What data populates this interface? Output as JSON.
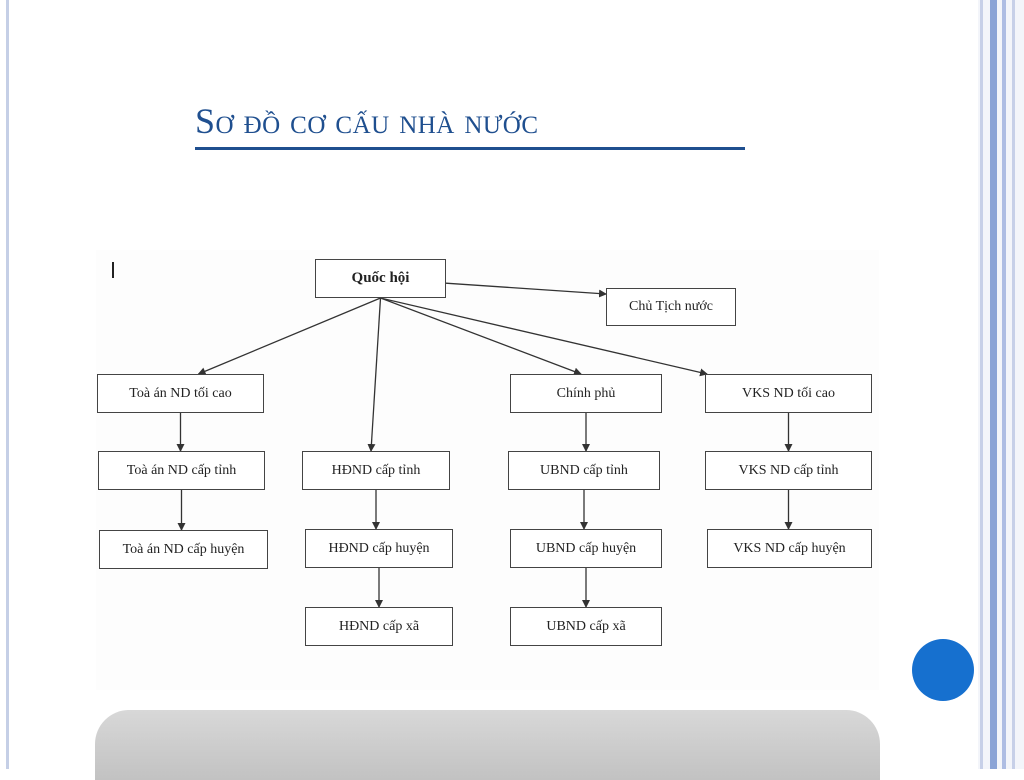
{
  "title": "Sơ đồ cơ cấu nhà nước",
  "colors": {
    "title": "#1f4f8f",
    "accent_dot": "#1670cf",
    "node_border": "#444444",
    "edge": "#333333"
  },
  "nodes": {
    "quoc_hoi": "Quốc hội",
    "chu_tich_nuoc": "Chủ Tịch nước",
    "toa_an_toi_cao": "Toà án ND tối cao",
    "toa_an_tinh": "Toà án ND cấp tỉnh",
    "toa_an_huyen": "Toà án ND cấp huyện",
    "hdnd_tinh": "HĐND cấp tỉnh",
    "hdnd_huyen": "HĐND cấp huyện",
    "hdnd_xa": "HĐND cấp xã",
    "chinh_phu": "Chính phủ",
    "ubnd_tinh": "UBND cấp tỉnh",
    "ubnd_huyen": "UBND cấp huyện",
    "ubnd_xa": "UBND cấp xã",
    "vks_toi_cao": "VKS ND tối cao",
    "vks_tinh": "VKS ND cấp tỉnh",
    "vks_huyen": "VKS ND cấp huyện"
  },
  "edges": [
    [
      "quoc_hoi",
      "chu_tich_nuoc"
    ],
    [
      "quoc_hoi",
      "toa_an_toi_cao"
    ],
    [
      "quoc_hoi",
      "hdnd_tinh"
    ],
    [
      "quoc_hoi",
      "chinh_phu"
    ],
    [
      "quoc_hoi",
      "vks_toi_cao"
    ],
    [
      "toa_an_toi_cao",
      "toa_an_tinh"
    ],
    [
      "toa_an_tinh",
      "toa_an_huyen"
    ],
    [
      "hdnd_tinh",
      "hdnd_huyen"
    ],
    [
      "hdnd_huyen",
      "hdnd_xa"
    ],
    [
      "chinh_phu",
      "ubnd_tinh"
    ],
    [
      "ubnd_tinh",
      "ubnd_huyen"
    ],
    [
      "ubnd_huyen",
      "ubnd_xa"
    ],
    [
      "vks_toi_cao",
      "vks_tinh"
    ],
    [
      "vks_tinh",
      "vks_huyen"
    ]
  ]
}
